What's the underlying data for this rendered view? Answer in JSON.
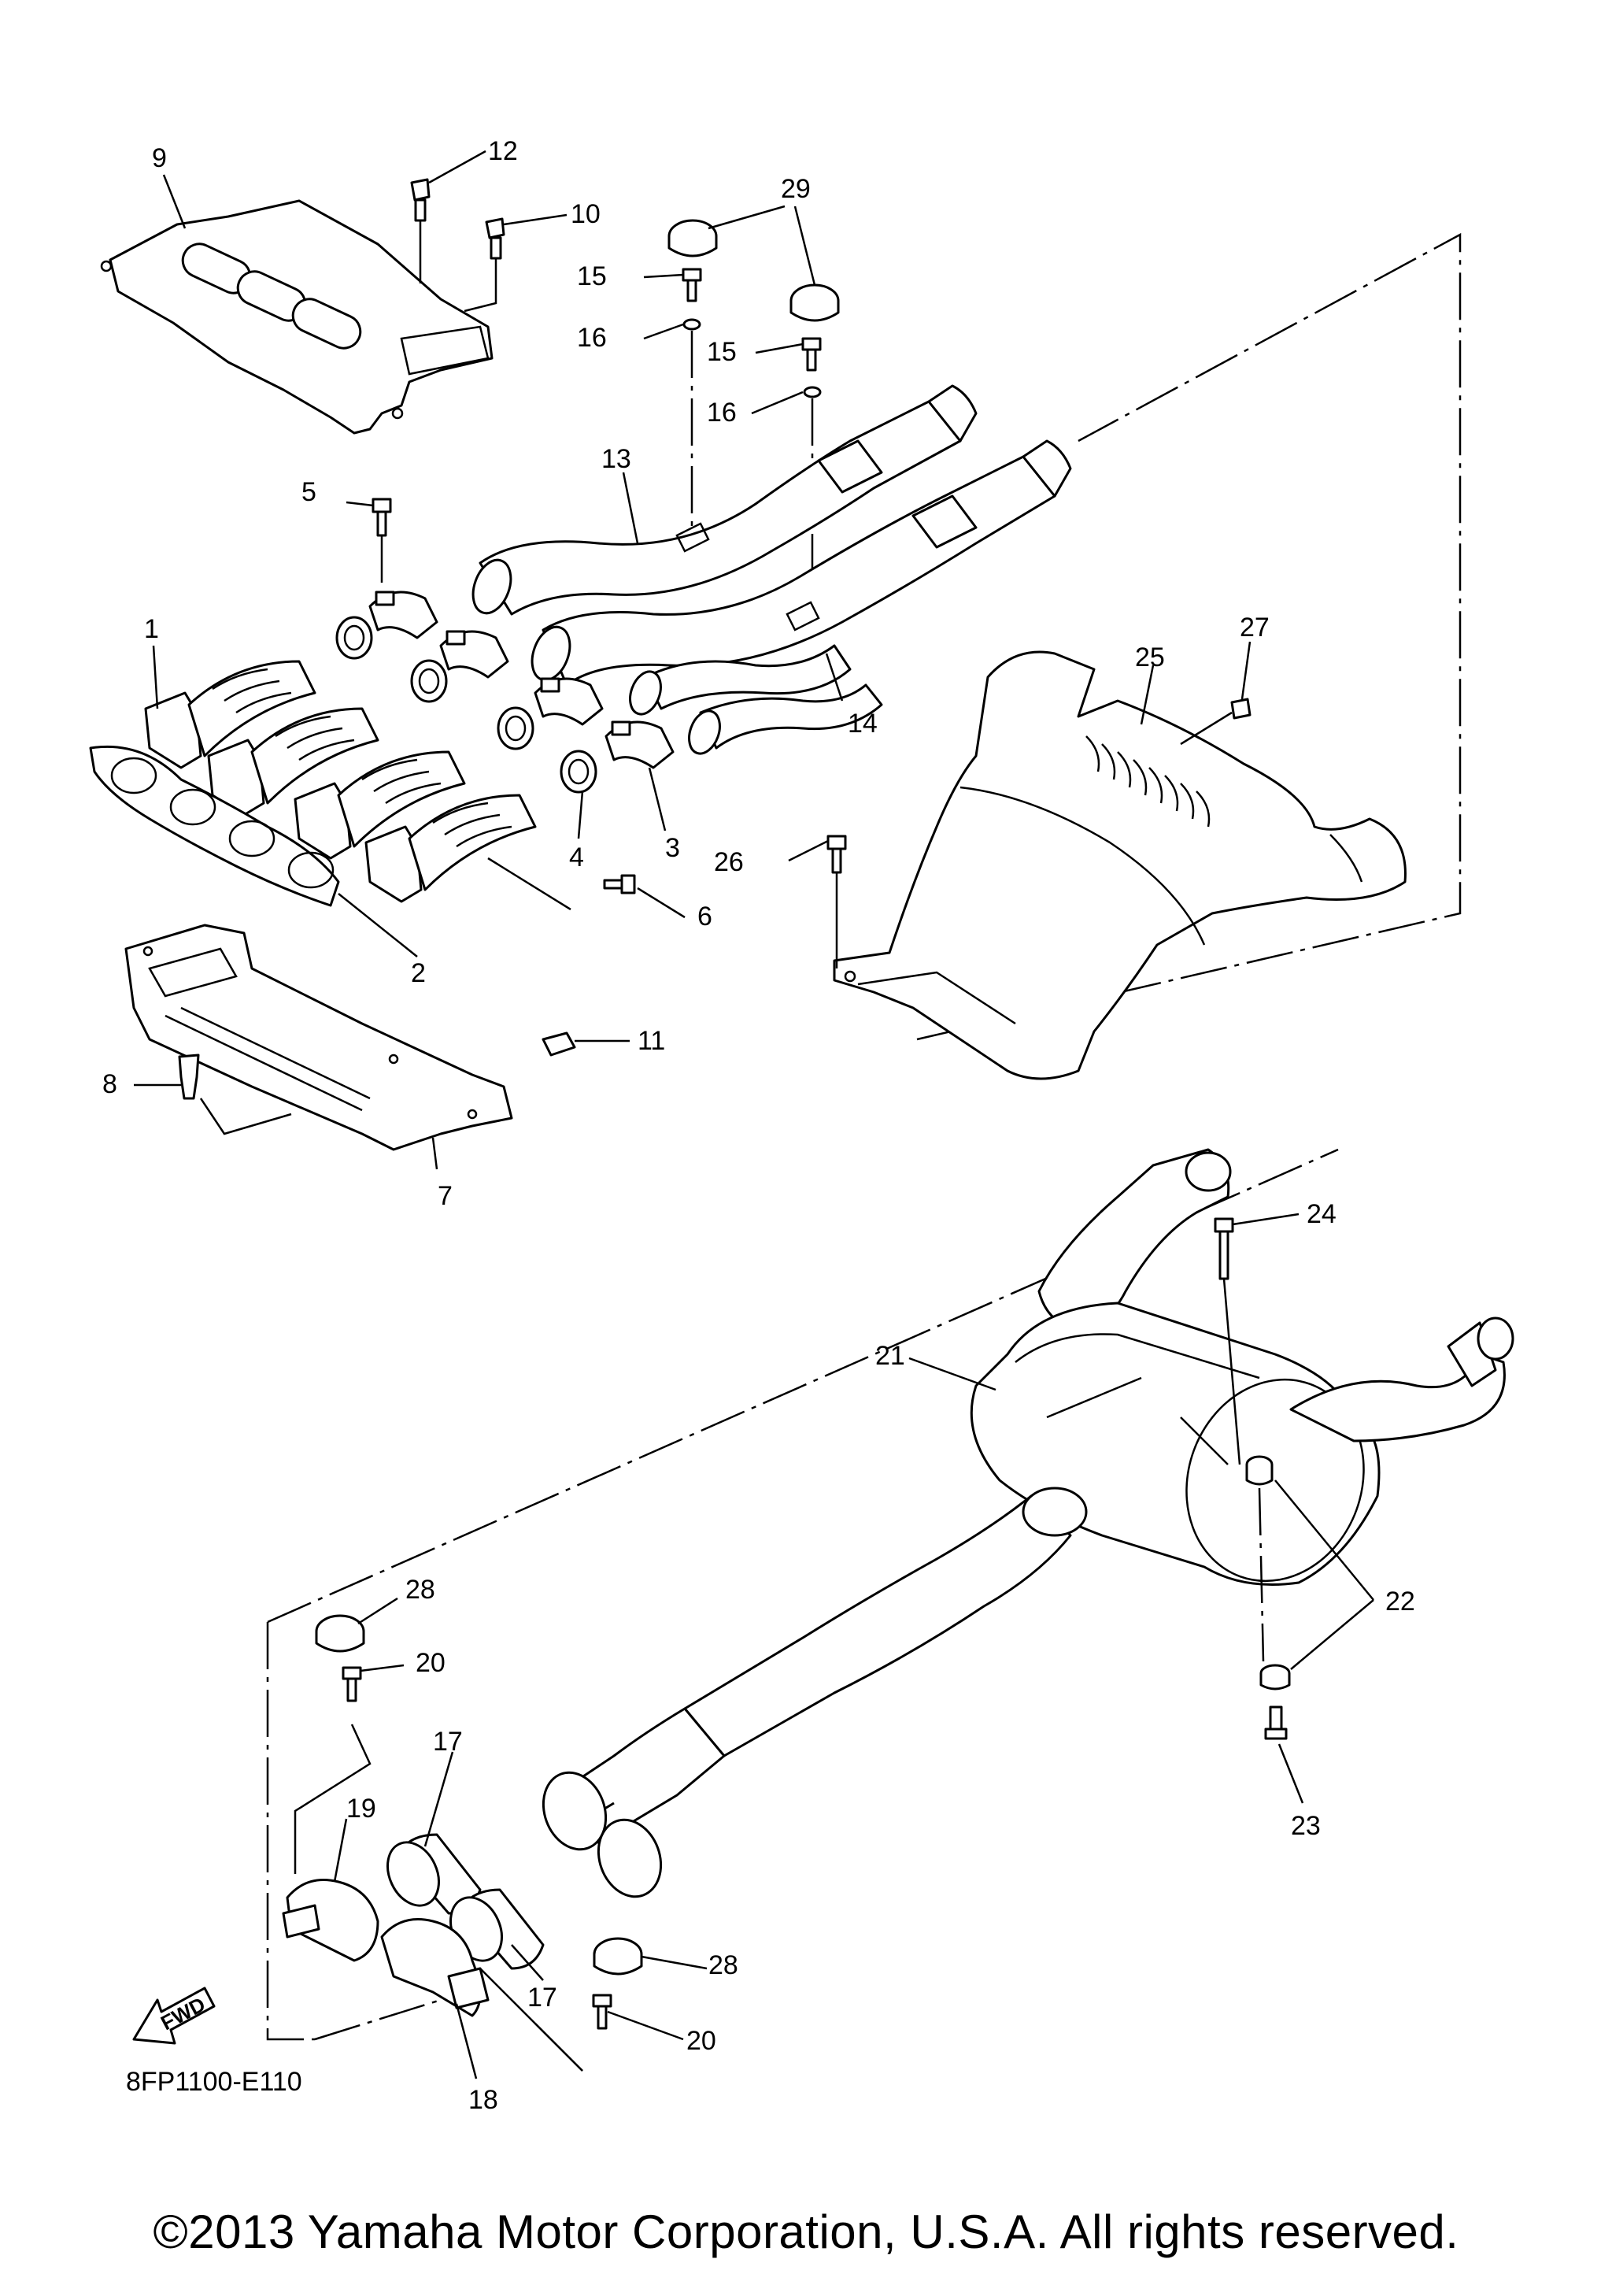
{
  "diagram": {
    "reference_code": "8FP1100-E110",
    "fwd_label": "FWD",
    "copyright": "©2013 Yamaha Motor Corporation, U.S.A. All rights reserved.",
    "callouts": {
      "c1": "1",
      "c2": "2",
      "c3": "3",
      "c4": "4",
      "c5": "5",
      "c6": "6",
      "c7": "7",
      "c8": "8",
      "c9": "9",
      "c10": "10",
      "c11": "11",
      "c12": "12",
      "c13": "13",
      "c14": "14",
      "c15a": "15",
      "c15b": "15",
      "c16a": "16",
      "c16b": "16",
      "c17a": "17",
      "c17b": "17",
      "c18": "18",
      "c19": "19",
      "c20a": "20",
      "c20b": "20",
      "c21": "21",
      "c22": "22",
      "c23": "23",
      "c24": "24",
      "c25": "25",
      "c26": "26",
      "c27": "27",
      "c28a": "28",
      "c28b": "28",
      "c29": "29"
    }
  }
}
